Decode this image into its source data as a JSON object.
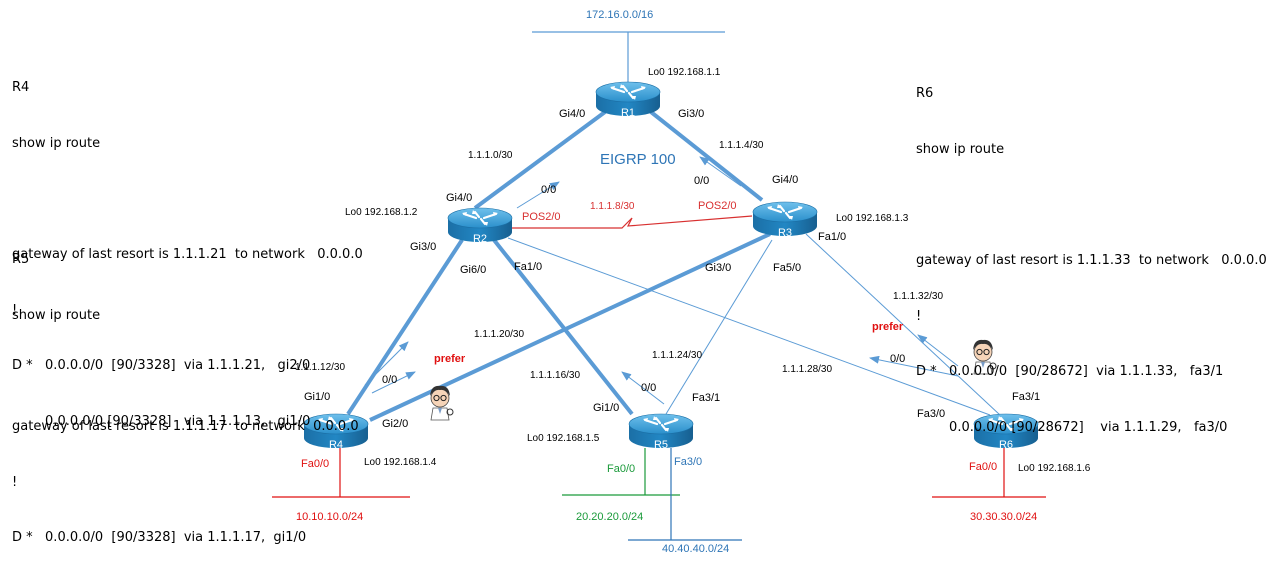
{
  "panels": {
    "r4": {
      "title": "R4",
      "command": "show ip route",
      "gateway": "gateway of last resort is 1.1.1.21  to network   0.0.0.0",
      "bang": "!",
      "route1": "D *   0.0.0.0/0  [90/3328]  via 1.1.1.21,   gi2/0",
      "route2": "        0.0.0.0/0 [90/3328]   via 1.1.1.13,   gi1/0"
    },
    "r5": {
      "title": "R5",
      "command": "show ip route",
      "gateway": "gateway of last resort is 1.1.1.17  to network  0.0.0.0",
      "bang": "!",
      "route1": "D *   0.0.0.0/0  [90/3328]  via 1.1.1.17,  gi1/0"
    },
    "r6": {
      "title": "R6",
      "command": "show ip route",
      "gateway": "gateway of last resort is 1.1.1.33  to network   0.0.0.0",
      "bang": "!",
      "route1": "D *   0.0.0.0/0  [90/28672]  via 1.1.1.33,   fa3/1",
      "route2": "        0.0.0.0/0 [90/28672]    via 1.1.1.29,   fa3/0"
    }
  },
  "routers": {
    "r1": "R1",
    "r2": "R2",
    "r3": "R3",
    "r4": "R4",
    "r5": "R5",
    "r6": "R6"
  },
  "loopbacks": {
    "r1": "Lo0 192.168.1.1",
    "r2": "Lo0 192.168.1.2",
    "r3": "Lo0 192.168.1.3",
    "r4": "Lo0 192.168.1.4",
    "r5": "Lo0 192.168.1.5",
    "r6": "Lo0 192.168.1.6"
  },
  "networks": {
    "top": "172.16.0.0/16",
    "r4": "10.10.10.0/24",
    "r5a": "20.20.20.0/24",
    "r5b": "40.40.40.0/24",
    "r6": "30.30.30.0/24"
  },
  "eigrp": "EIGRP 100",
  "interfaces": {
    "r1_gi40": "Gi4/0",
    "r1_gi30": "Gi3/0",
    "r2_gi40": "Gi4/0",
    "r2_pos": "POS2/0",
    "r2_gi30": "Gi3/0",
    "r2_gi60": "Gi6/0",
    "r2_fa10": "Fa1/0",
    "r3_pos": "POS2/0",
    "r3_gi40": "Gi4/0",
    "r3_fa10": "Fa1/0",
    "r3_gi30": "Gi3/0",
    "r3_fa50": "Fa5/0",
    "r4_gi10": "Gi1/0",
    "r4_gi20": "Gi2/0",
    "r4_fa00": "Fa0/0",
    "r5_gi10": "Gi1/0",
    "r5_fa31": "Fa3/1",
    "r5_fa00": "Fa0/0",
    "r5_fa30": "Fa3/0",
    "r6_fa31": "Fa3/1",
    "r6_fa30": "Fa3/0",
    "r6_fa00": "Fa0/0"
  },
  "subnets": {
    "s0": "1.1.1.0/30",
    "s4": "1.1.1.4/30",
    "s8": "1.1.1.8/30",
    "s12": "1.1.1.12/30",
    "s16": "1.1.1.16/30",
    "s20": "1.1.1.20/30",
    "s24": "1.1.1.24/30",
    "s28": "1.1.1.28/30",
    "s32": "1.1.1.32/30"
  },
  "routes": {
    "r2_to_r1": "0/0",
    "r3_to_r1": "0/0",
    "r4_gi1": "0/0",
    "r5_gi1": "0/0",
    "r6_fa30": "0/0",
    "prefer_r4": "prefer",
    "prefer_r6": "prefer"
  },
  "colors": {
    "router_blue": "#1f82bd",
    "link_blue": "#5b9bd5",
    "label_blue": "#2e75b6",
    "red": "#e01010",
    "green": "#1a9a3a",
    "pos_red": "#d83030"
  }
}
